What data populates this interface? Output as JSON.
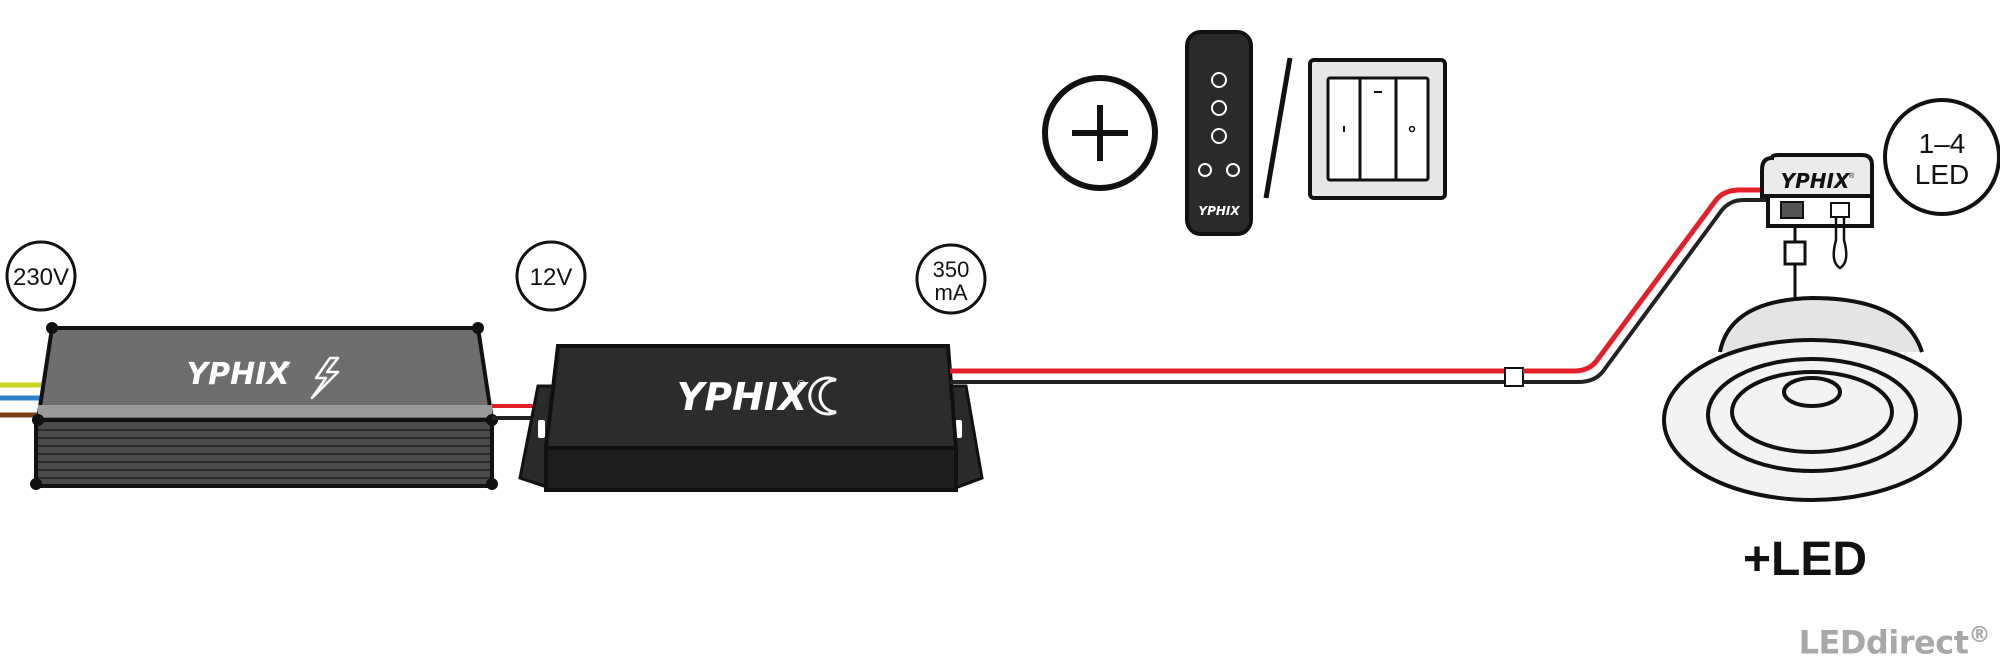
{
  "labels": {
    "mains_voltage": "230V",
    "low_voltage": "12V",
    "current_line1": "350",
    "current_line2": "mA",
    "led_count_line1": "1–4",
    "led_count_line2": "LED",
    "plus_led": "+LED"
  },
  "brand": {
    "name": "YPHIX",
    "registered": "®"
  },
  "footer": {
    "watermark": "LEDdirect",
    "watermark_mark": "®"
  },
  "colors": {
    "wire_red": "#e3202a",
    "wire_black": "#222222",
    "wire_yellow_green": "#c9d21e",
    "wire_blue": "#2f7fc4",
    "wire_brown": "#7a3f17",
    "psu_gray": "#6d6d6d",
    "driver_black": "#2a2a2a",
    "watermark_gray": "#a8a8a8"
  }
}
